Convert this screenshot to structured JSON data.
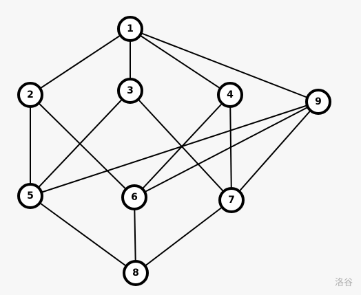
{
  "graph": {
    "nodes": [
      {
        "id": "1",
        "label": "1"
      },
      {
        "id": "2",
        "label": "2"
      },
      {
        "id": "3",
        "label": "3"
      },
      {
        "id": "4",
        "label": "4"
      },
      {
        "id": "9",
        "label": "9"
      },
      {
        "id": "5",
        "label": "5"
      },
      {
        "id": "6",
        "label": "6"
      },
      {
        "id": "7",
        "label": "7"
      },
      {
        "id": "8",
        "label": "8"
      }
    ],
    "edges": [
      [
        "1",
        "2"
      ],
      [
        "1",
        "3"
      ],
      [
        "1",
        "4"
      ],
      [
        "1",
        "9"
      ],
      [
        "2",
        "5"
      ],
      [
        "2",
        "6"
      ],
      [
        "3",
        "5"
      ],
      [
        "3",
        "7"
      ],
      [
        "4",
        "6"
      ],
      [
        "4",
        "7"
      ],
      [
        "9",
        "5"
      ],
      [
        "9",
        "6"
      ],
      [
        "9",
        "7"
      ],
      [
        "5",
        "8"
      ],
      [
        "6",
        "8"
      ],
      [
        "7",
        "8"
      ]
    ]
  },
  "watermark": "洛谷"
}
